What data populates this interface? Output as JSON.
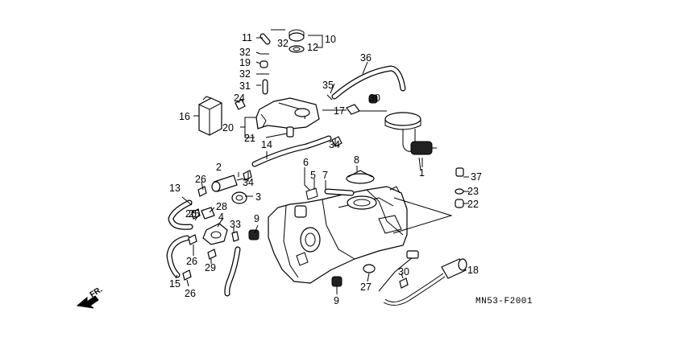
{
  "diagram": {
    "code": "MN53-F2001",
    "direction_label": "FR.",
    "callouts": [
      "1",
      "2",
      "3",
      "4",
      "5",
      "6",
      "7",
      "8",
      "9",
      "9",
      "10",
      "11",
      "12",
      "13",
      "14",
      "15",
      "16",
      "17",
      "18",
      "19",
      "20",
      "21",
      "22",
      "23",
      "24",
      "25",
      "26",
      "26",
      "26",
      "26",
      "27",
      "28",
      "29",
      "30",
      "30",
      "31",
      "32",
      "32",
      "32",
      "33",
      "34",
      "34",
      "35",
      "36",
      "37"
    ]
  }
}
